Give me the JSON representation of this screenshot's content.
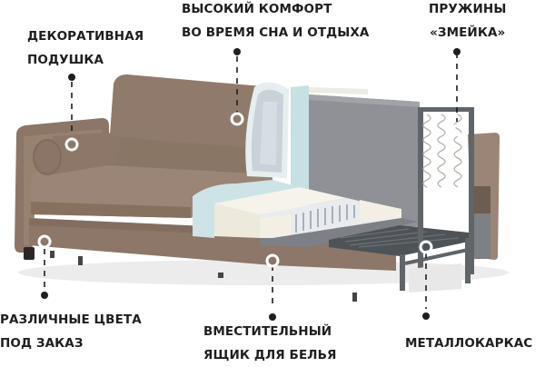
{
  "colors": {
    "upholstery": "#8f7a6b",
    "upholstery_dark": "#7b675a",
    "upholstery_light": "#a08b7c",
    "foam_blue": "#cfe4e6",
    "foam_white": "#f2efe6",
    "board_gray": "#8e9096",
    "frame": "#5f6569",
    "text": "#1e1e1e",
    "dot": "#1e1e1e",
    "marker_ring": "#ffffff"
  },
  "callouts": [
    {
      "id": "pillow",
      "lines": [
        "ДЕКОРАТИВНАЯ",
        "ПОДУШКА"
      ]
    },
    {
      "id": "comfort",
      "lines": [
        "ВЫСОКИЙ КОМФОРТ",
        "ВО ВРЕМЯ СНА И ОТДЫХА"
      ]
    },
    {
      "id": "springs",
      "lines": [
        "ПРУЖИНЫ",
        "«ЗМЕЙКА»"
      ]
    },
    {
      "id": "colors",
      "lines": [
        "РАЗЛИЧНЫЕ ЦВЕТА",
        "ПОД ЗАКАЗ"
      ]
    },
    {
      "id": "storage",
      "lines": [
        "ВМЕСТИТЕЛЬНЫЙ",
        "ЯЩИК ДЛЯ БЕЛЬЯ"
      ]
    },
    {
      "id": "frame",
      "lines": [
        "МЕТАЛЛОКАРКАС"
      ]
    }
  ]
}
